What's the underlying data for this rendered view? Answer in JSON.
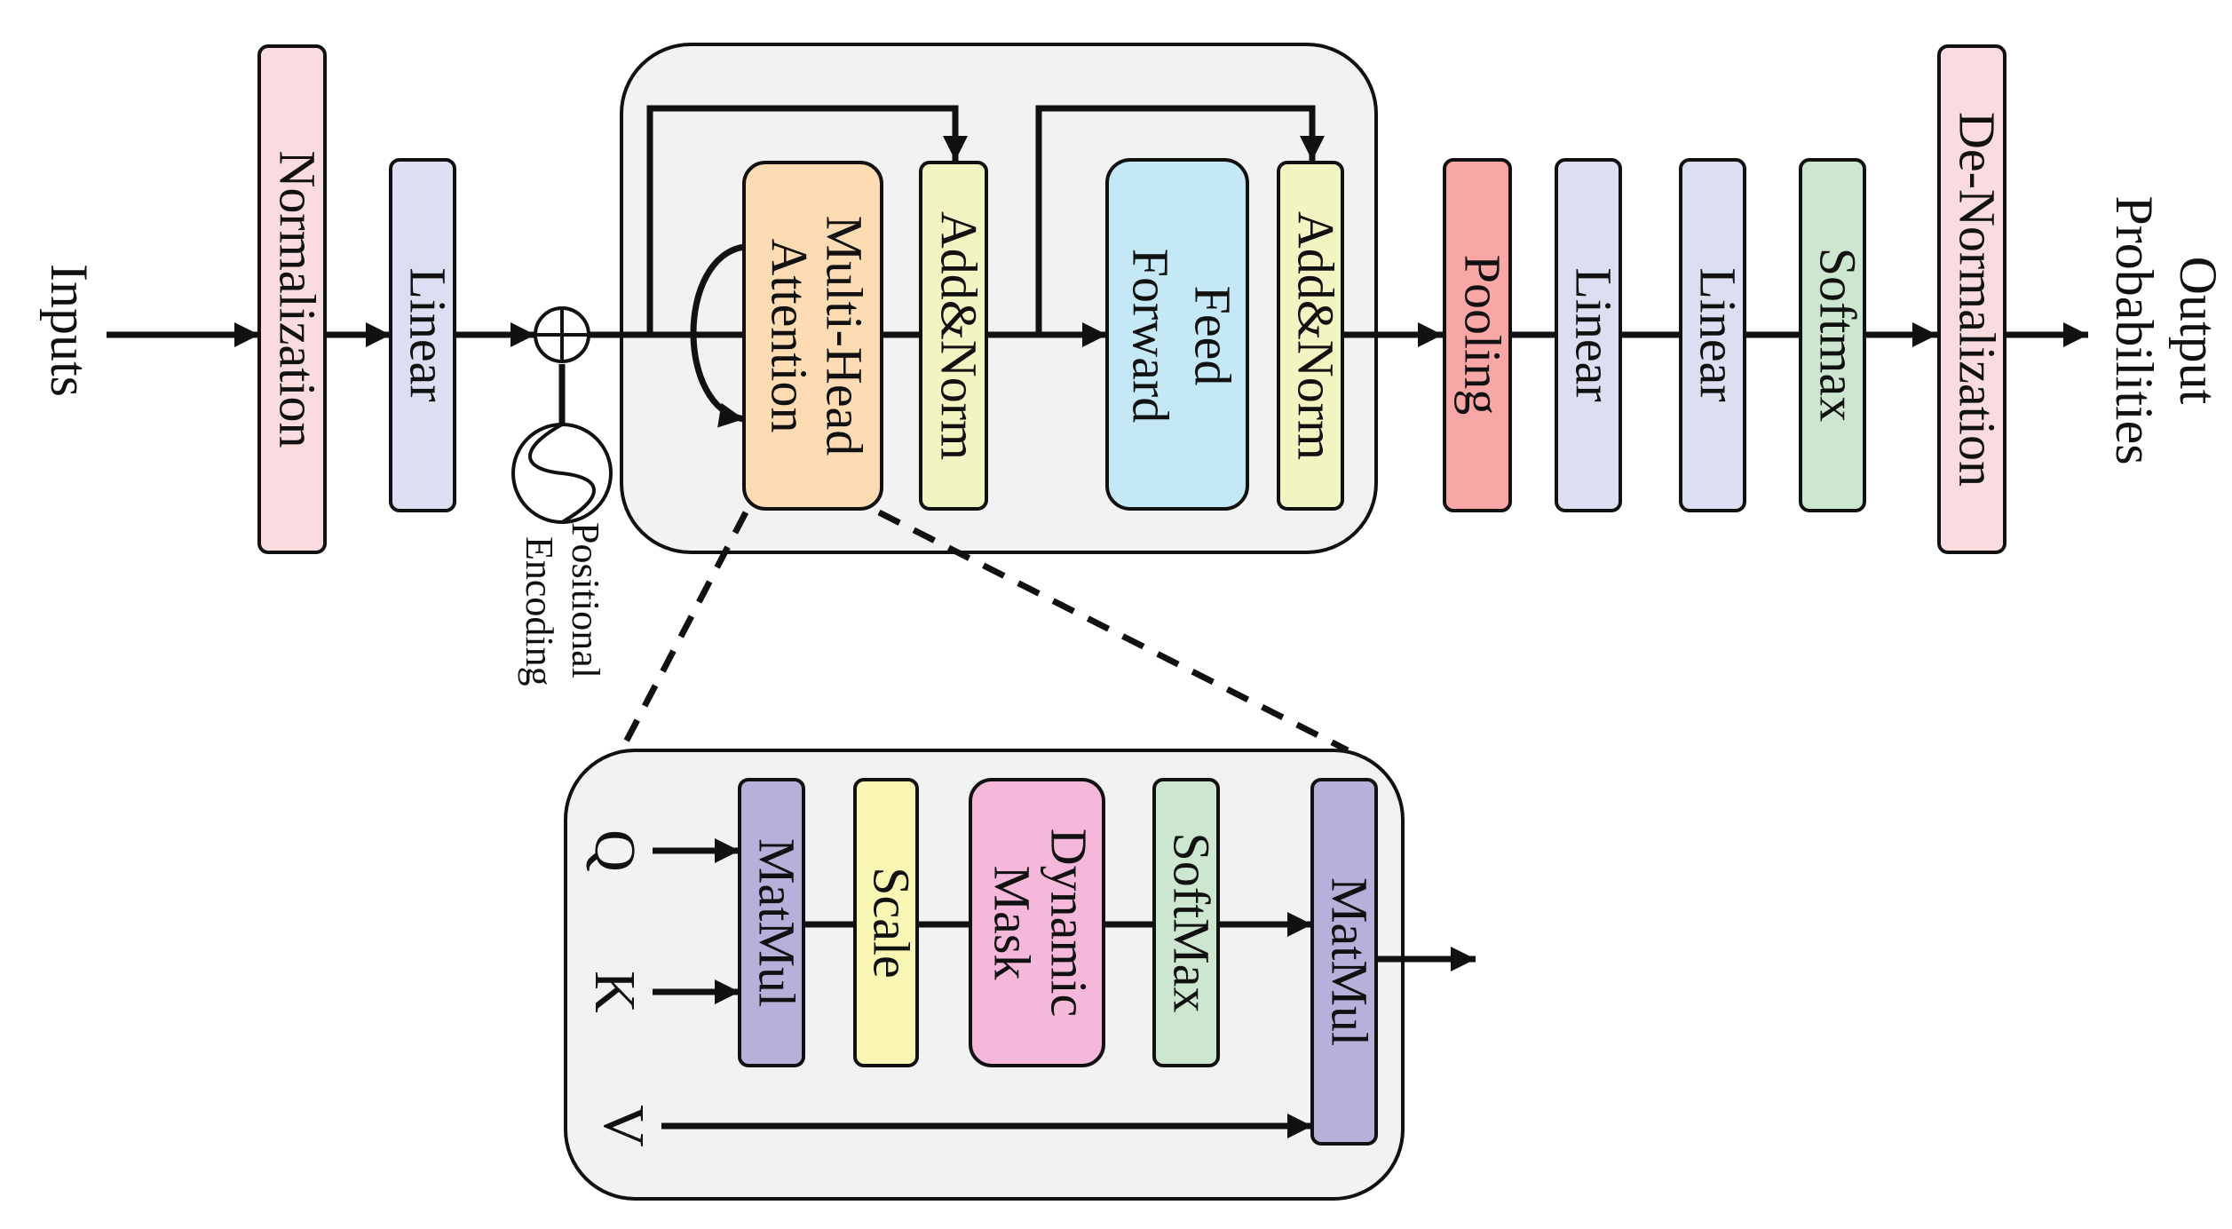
{
  "labels": {
    "inputs": "Inputs",
    "output_line1": "Output",
    "output_line2": "Probabilities",
    "positional_line1": "Positional",
    "positional_line2": "Encoding",
    "q": "Q",
    "k": "K",
    "v": "V"
  },
  "blocks": {
    "normalization": "Normalization",
    "linear_in": "Linear",
    "mha_line1": "Multi-Head",
    "mha_line2": "Attention",
    "addnorm1": "Add&Norm",
    "ff_line1": "Feed",
    "ff_line2": "Forward",
    "addnorm2": "Add&Norm",
    "pooling": "Pooling",
    "linear_out1": "Linear",
    "linear_out2": "Linear",
    "softmax": "Softmax",
    "denormalization": "De-Normalization"
  },
  "attention_detail": {
    "matmul1": "MatMul",
    "scale": "Scale",
    "mask_line1": "Dynamic",
    "mask_line2": "Mask",
    "softmax": "SoftMax",
    "matmul2": "MatMul"
  },
  "colors": {
    "pink_norm": "#fadbe0",
    "lavender_linear": "#dcdff2",
    "peach_attention": "#fddcb4",
    "yellow_addnorm": "#f2f4c2",
    "blue_feedforward": "#c4e8f6",
    "red_pooling": "#f8a6a6",
    "green_softmax": "#cde6cf",
    "purple_matmul": "#b8b0da",
    "yellow_scale": "#f9f5b2",
    "pink_mask": "#f6b8da",
    "container_fill": "#f2f2f2",
    "stroke": "#111111"
  }
}
